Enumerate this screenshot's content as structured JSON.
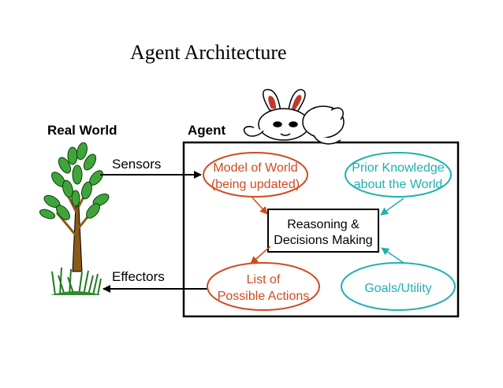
{
  "title": "Agent Architecture",
  "labels": {
    "real_world": "Real World",
    "agent": "Agent",
    "sensors": "Sensors",
    "effectors": "Effectors"
  },
  "nodes": {
    "model_of_world": [
      "Model of World",
      "(being updated)"
    ],
    "prior_knowledge": [
      "Prior Knowledge",
      "about the World"
    ],
    "reasoning": [
      "Reasoning &",
      "Decisions Making"
    ],
    "possible_actions": [
      "List of",
      "Possible Actions"
    ],
    "goals": [
      "Goals/Utility"
    ]
  },
  "colors": {
    "orange": "#d14a1e",
    "teal": "#20b0b0",
    "black": "#000000"
  },
  "icons": [
    "tree-icon",
    "rabbit-icon"
  ]
}
